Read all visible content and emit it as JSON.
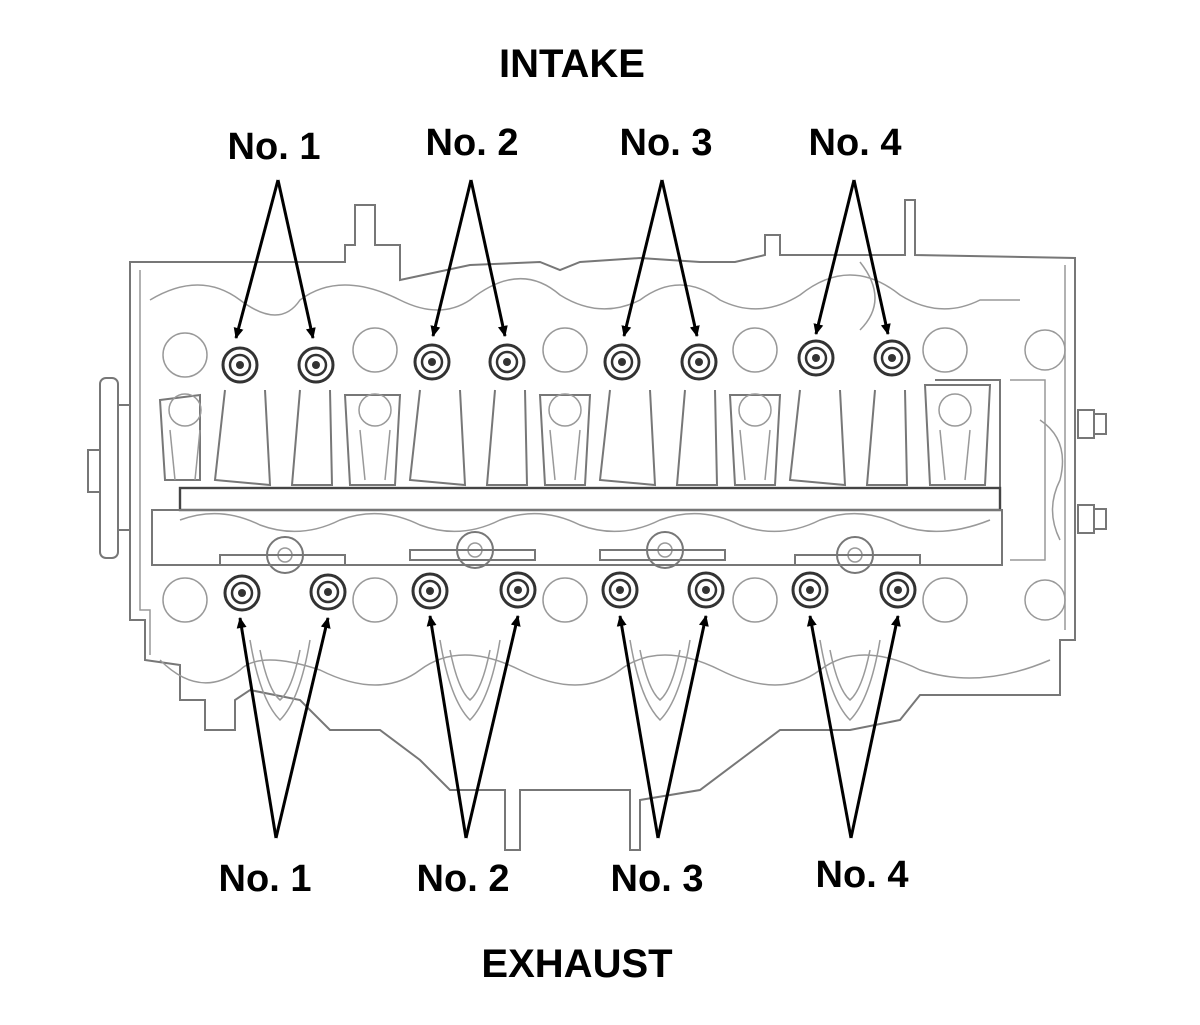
{
  "labels": {
    "intake": "INTAKE",
    "exhaust": "EXHAUST"
  },
  "intake_cylinders": [
    {
      "label": "No. 1"
    },
    {
      "label": "No. 2"
    },
    {
      "label": "No. 3"
    },
    {
      "label": "No. 4"
    }
  ],
  "exhaust_cylinders": [
    {
      "label": "No. 1"
    },
    {
      "label": "No. 2"
    },
    {
      "label": "No. 3"
    },
    {
      "label": "No. 4"
    }
  ],
  "colors": {
    "line": "#777777",
    "arrow": "#000000",
    "background": "#ffffff"
  }
}
